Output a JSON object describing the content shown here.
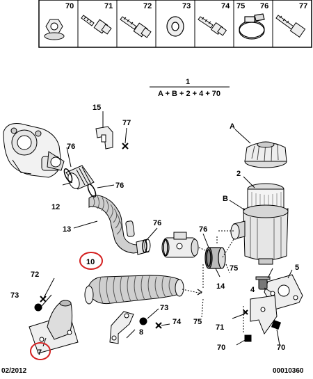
{
  "header_parts": [
    "70",
    "71",
    "72",
    "73",
    "74",
    "75",
    "76",
    "77"
  ],
  "formula": {
    "number": "1",
    "expression": "A + B + 2 + 4 + 70"
  },
  "callouts": {
    "c15": "15",
    "c77": "77",
    "c76a": "76",
    "c76b": "76",
    "c12": "12",
    "c13": "13",
    "c76c": "76",
    "c76d": "76",
    "cA": "A",
    "c2": "2",
    "cB": "B",
    "c75a": "75",
    "c14": "14",
    "c4": "4",
    "c5": "5",
    "c10": "10",
    "c72": "72",
    "c73a": "73",
    "c7": "7",
    "c73b": "73",
    "c74": "74",
    "c8": "8",
    "c75b": "75",
    "c71": "71",
    "c70a": "70",
    "c70b": "70"
  },
  "highlighted_callouts": [
    "10",
    "7"
  ],
  "highlight_color": "#d42020",
  "footer": {
    "date": "02/2012",
    "reference": "00010360"
  }
}
